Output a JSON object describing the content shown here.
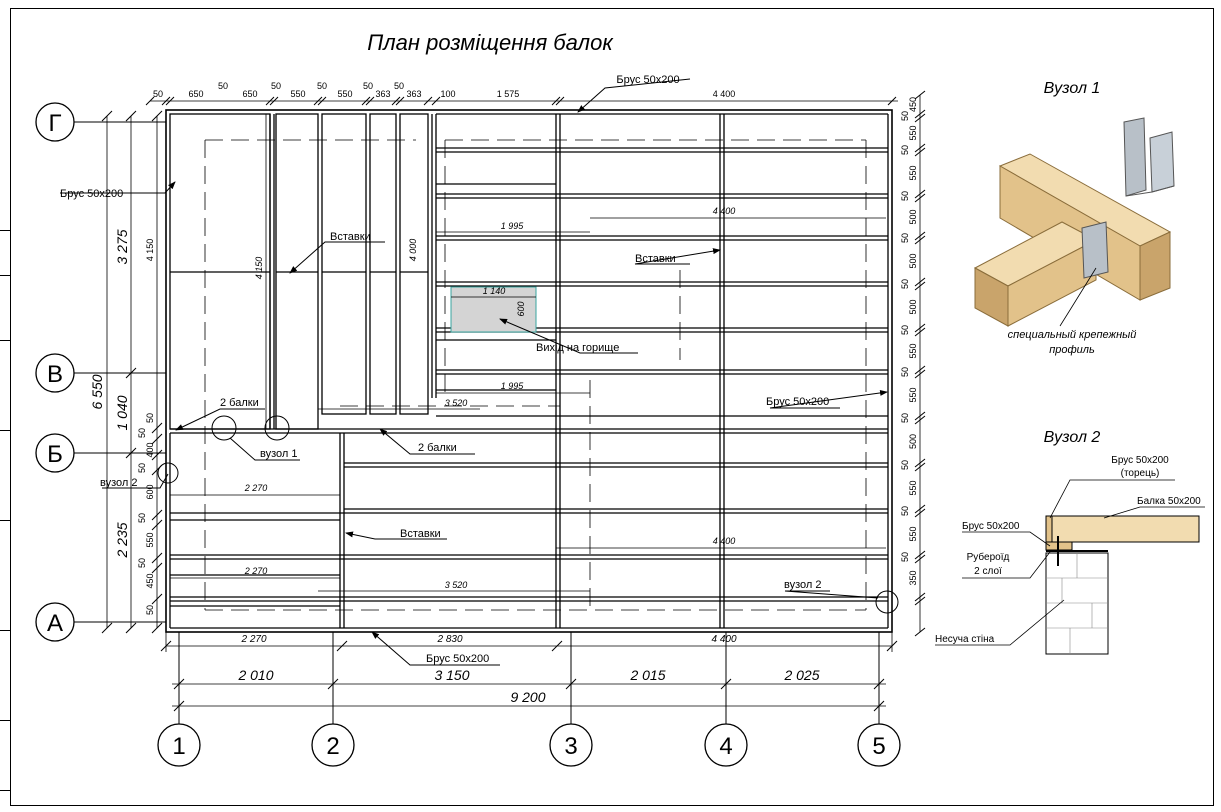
{
  "title": "План розміщення балок",
  "axes": {
    "letters": [
      "Г",
      "В",
      "Б",
      "А"
    ],
    "numbers": [
      "1",
      "2",
      "3",
      "4",
      "5"
    ]
  },
  "dims_top": [
    "50",
    "650",
    "50",
    "650",
    "50",
    "550",
    "50",
    "550",
    "50",
    "363",
    "50",
    "363",
    "100",
    "1 575",
    "4 400"
  ],
  "dims_right": [
    "450",
    "50",
    "550",
    "50",
    "550",
    "50",
    "500",
    "50",
    "500",
    "50",
    "500",
    "50",
    "550",
    "50",
    "550",
    "50",
    "500",
    "50",
    "550",
    "50",
    "550",
    "50",
    "350"
  ],
  "dims_left_outer": [
    "3 275",
    "1 040",
    "2 235"
  ],
  "dim_left_total": "6 550",
  "dims_left_inner": [
    "4 150",
    "50",
    "50",
    "400",
    "50",
    "600",
    "50",
    "550",
    "50",
    "450",
    "50"
  ],
  "dims_bottom_row": [
    "2 270",
    "2 830",
    "4 400"
  ],
  "dims_axes": [
    "2 010",
    "3 150",
    "2 015",
    "2 025"
  ],
  "dim_total": "9 200",
  "inner_dims": {
    "d4150": "4 150",
    "d4000": "4 000",
    "d1995a": "1 995",
    "d4400a": "4 400",
    "d1140": "1 140",
    "d600": "600",
    "d1995b": "1 995",
    "d3520a": "3 520",
    "d2270a": "2 270",
    "d4400b": "4 400",
    "d2270b": "2 270",
    "d3520b": "3 520"
  },
  "labels": {
    "brus_top": "Брус 50х200",
    "brus_left": "Брус 50х200",
    "vstavky_1": "Вставки",
    "vstavky_2": "Вставки",
    "vstavky_3": "Вставки",
    "vykhid": "Вихід на горище",
    "brus_right": "Брус 50х200",
    "dvi_balky_1": "2 балки",
    "dvi_balky_2": "2 балки",
    "vuzol1_plan": "вузол 1",
    "vuzol2_left": "вузол 2",
    "vuzol2_right": "вузол 2",
    "brus_bottom": "Брус 50х200"
  },
  "node1": {
    "title": "Вузол 1",
    "caption_line1": "специальный крепежный",
    "caption_line2": "профиль"
  },
  "node2": {
    "title": "Вузол 2",
    "brus_torets_1": "Брус 50х200",
    "brus_torets_2": "(торець)",
    "balka": "Балка 50х200",
    "brus": "Брус 50х200",
    "ruberoid_1": "Рубероїд",
    "ruberoid_2": "2 слої",
    "wall": "Несуча стіна"
  },
  "colors": {
    "line": "#000000",
    "hatch_fill": "#d4d4d4",
    "hatch_outline": "#3aa6a0",
    "wood_light": "#f2dcb0",
    "wood_mid": "#e2c28a",
    "wood_dark": "#c9a46b",
    "metal": "#b8c0c8"
  }
}
